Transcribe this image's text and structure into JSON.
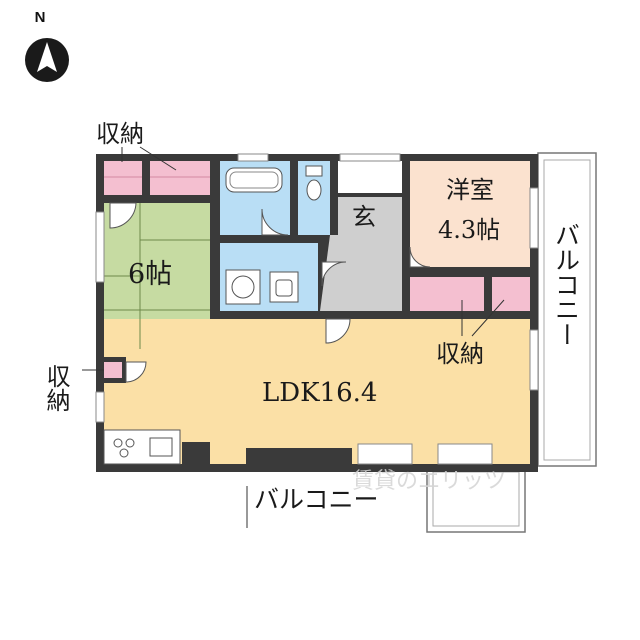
{
  "compass": {
    "north_label": "N"
  },
  "rooms": {
    "storage_top_left": "収納",
    "tatami_room": "6帖",
    "storage_left": "収納",
    "ldk": "LDK16.4",
    "entrance": "玄",
    "western_room_name": "洋室",
    "western_room_size": "4.3帖",
    "storage_right": "収納"
  },
  "balcony": {
    "east": "バルコニー",
    "south": "バルコニー"
  },
  "watermark": "賃貸のエリッツ",
  "colors": {
    "wall": "#3a3a3a",
    "storage_pink": "#f4bfd0",
    "tatami_green": "#c6dba2",
    "ldk_beige": "#fbe0a6",
    "western_peach": "#fbe2cf",
    "wet_blue": "#b9def5",
    "entrance_gray": "#cfcfcf"
  }
}
